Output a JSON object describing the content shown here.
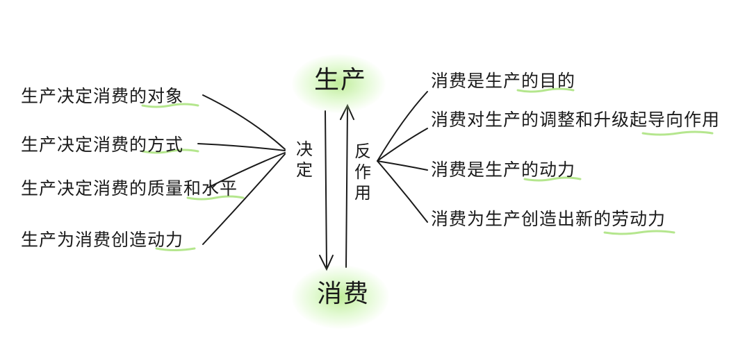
{
  "nodes": {
    "top": "生产",
    "bottom": "消费"
  },
  "center": {
    "decides": "决定",
    "reacts": "反作用"
  },
  "left_items": [
    "生产决定消费的对象",
    "生产决定消费的方式",
    "生产决定消费的质量和水平",
    "生产为消费创造动力"
  ],
  "right_items": [
    "消费是生产的目的",
    "消费对生产的调整和升级起导向作用",
    "消费是生产的动力",
    "消费为生产创造出新的劳动力"
  ],
  "colors": {
    "ink": "#1a1a1a",
    "highlight": "#9fdc6a"
  }
}
